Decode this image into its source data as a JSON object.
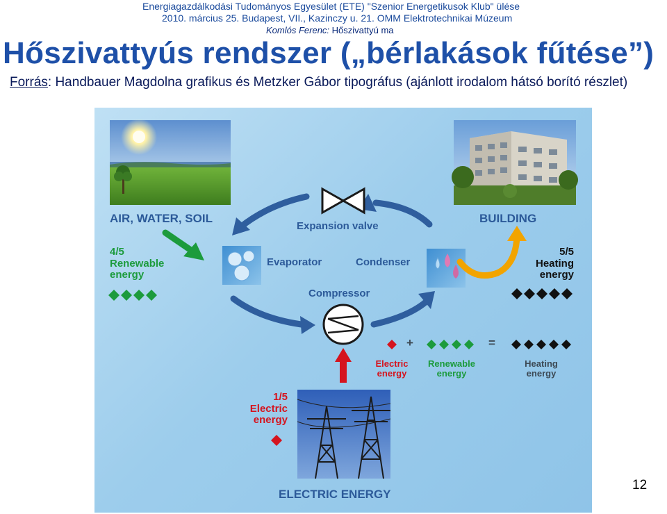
{
  "header": {
    "line1": "Energiagazdálkodási Tudományos Egyesület (ETE) \"Szenior Energetikusok Klub\" ülése",
    "line2": "2010. március 25. Budapest, VII., Kazinczy u. 21. OMM Elektrotechnikai Múzeum",
    "author": "Komlós Ferenc:",
    "topic": "Hőszivattyú ma"
  },
  "title": "Hőszivattyús rendszer („bérlakások fűtése”)",
  "source": {
    "label": "Forrás",
    "text": ": Handbauer Magdolna grafikus és Metzker Gábor tipográfus (ajánlott irodalom hátsó borító részlet)"
  },
  "page_number": "12",
  "diagram": {
    "source_label": "AIR, WATER, SOIL",
    "building_label": "BUILDING",
    "expansion_valve": "Expansion valve",
    "evaporator": "Evaporator",
    "condenser": "Condenser",
    "compressor": "Compressor",
    "renewable_fraction": "4/5",
    "renewable_line1": "Renewable",
    "renewable_line2": "energy",
    "heating_fraction": "5/5",
    "heating_line1": "Heating",
    "heating_line2": "energy",
    "electric_fraction": "1/5",
    "electric_line1": "Electric",
    "electric_line2": "energy",
    "eq_plus": "+",
    "eq_equals": "=",
    "eq_electric_1": "Electric",
    "eq_electric_2": "energy",
    "eq_renewable_1": "Renewable",
    "eq_renewable_2": "energy",
    "eq_heating_1": "Heating",
    "eq_heating_2": "energy",
    "electric_energy": "ELECTRIC ENERGY",
    "renewable_units": 4,
    "heating_units": 5,
    "electric_units": 1,
    "colors": {
      "renewable": "#1c9b3c",
      "heating": "#111111",
      "electric": "#d5141e",
      "cycle_arrow": "#2f5e9e",
      "heat_arrow": "#f2a400"
    },
    "icons": [
      "sun-landscape-photo",
      "apartment-building-photo",
      "expansion-valve-icon",
      "evaporator-icon",
      "condenser-icon",
      "compressor-icon",
      "power-pylon-photo"
    ]
  }
}
